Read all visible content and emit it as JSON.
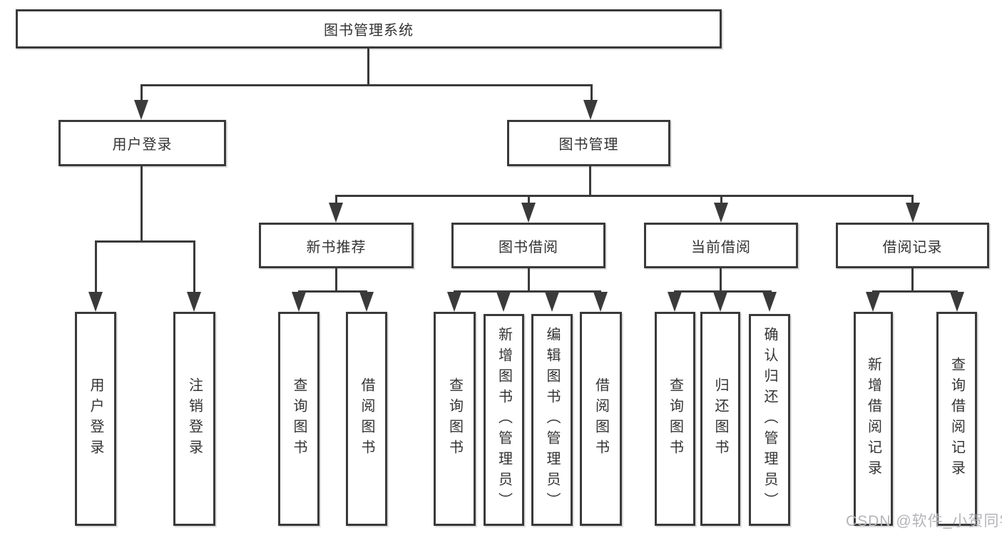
{
  "nodes": {
    "root": "图书管理系统",
    "user_login": "用户登录",
    "book_mgmt": "图书管理",
    "new_book_rec": "新书推荐",
    "book_borrow": "图书借阅",
    "current_borrow": "当前借阅",
    "borrow_record": "借阅记录",
    "user_login_leaf": "用户登录",
    "logout_leaf": "注销登录",
    "nb_query_books": "查询图书",
    "nb_borrow_books": "借阅图书",
    "bb_query_books": "查询图书",
    "bb_add_books": "新增图书（管理员）",
    "bb_edit_books": "编辑图书（管理员）",
    "bb_borrow_books": "借阅图书",
    "cb_query_books": "查询图书",
    "cb_return_books": "归还图书",
    "cb_confirm_return": "确认归还（管理员）",
    "br_add_record": "新增借阅记录",
    "br_query_record": "查询借阅记录"
  },
  "watermark": "CSDN @软件_小贺同学",
  "colors": {
    "line": "#3a3a3a",
    "text": "#333333",
    "background": "#ffffff",
    "watermark": "#b4b4b9"
  }
}
